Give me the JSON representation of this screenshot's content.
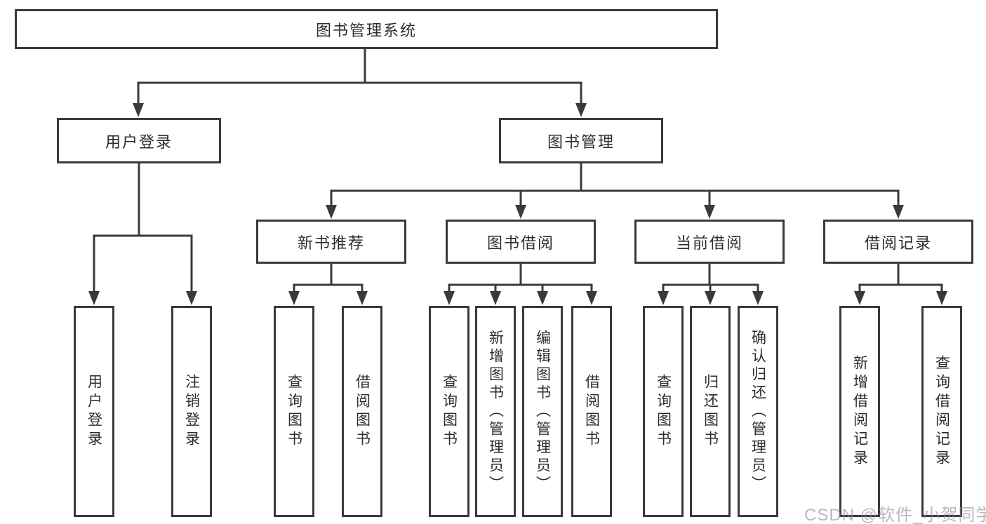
{
  "diagram": {
    "root": "图书管理系统",
    "level2": {
      "user_login": "用户登录",
      "book_management": "图书管理"
    },
    "level3": {
      "new_book_recommend": "新书推荐",
      "book_borrowing": "图书借阅",
      "current_borrowing": "当前借阅",
      "borrowing_records": "借阅记录"
    },
    "leaves": {
      "user_login": "用户登录",
      "logout": "注销登录",
      "nb_query_books": "查询图书",
      "nb_borrow_books": "借阅图书",
      "bb_query_books": "查询图书",
      "bb_add_books": "新增图书（管理员）",
      "bb_edit_books": "编辑图书（管理员）",
      "bb_borrow_books": "借阅图书",
      "cb_query_books": "查询图书",
      "cb_return_books": "归还图书",
      "cb_confirm_return": "确认归还（管理员）",
      "br_add_record": "新增借阅记录",
      "br_query_record": "查询借阅记录"
    }
  },
  "watermark": "CSDN @软件_小贺同学",
  "colors": {
    "line": "#3a3a3a",
    "text": "#2d2d2d",
    "watermark_text": "#8f8f8f",
    "background": "#ffffff"
  }
}
